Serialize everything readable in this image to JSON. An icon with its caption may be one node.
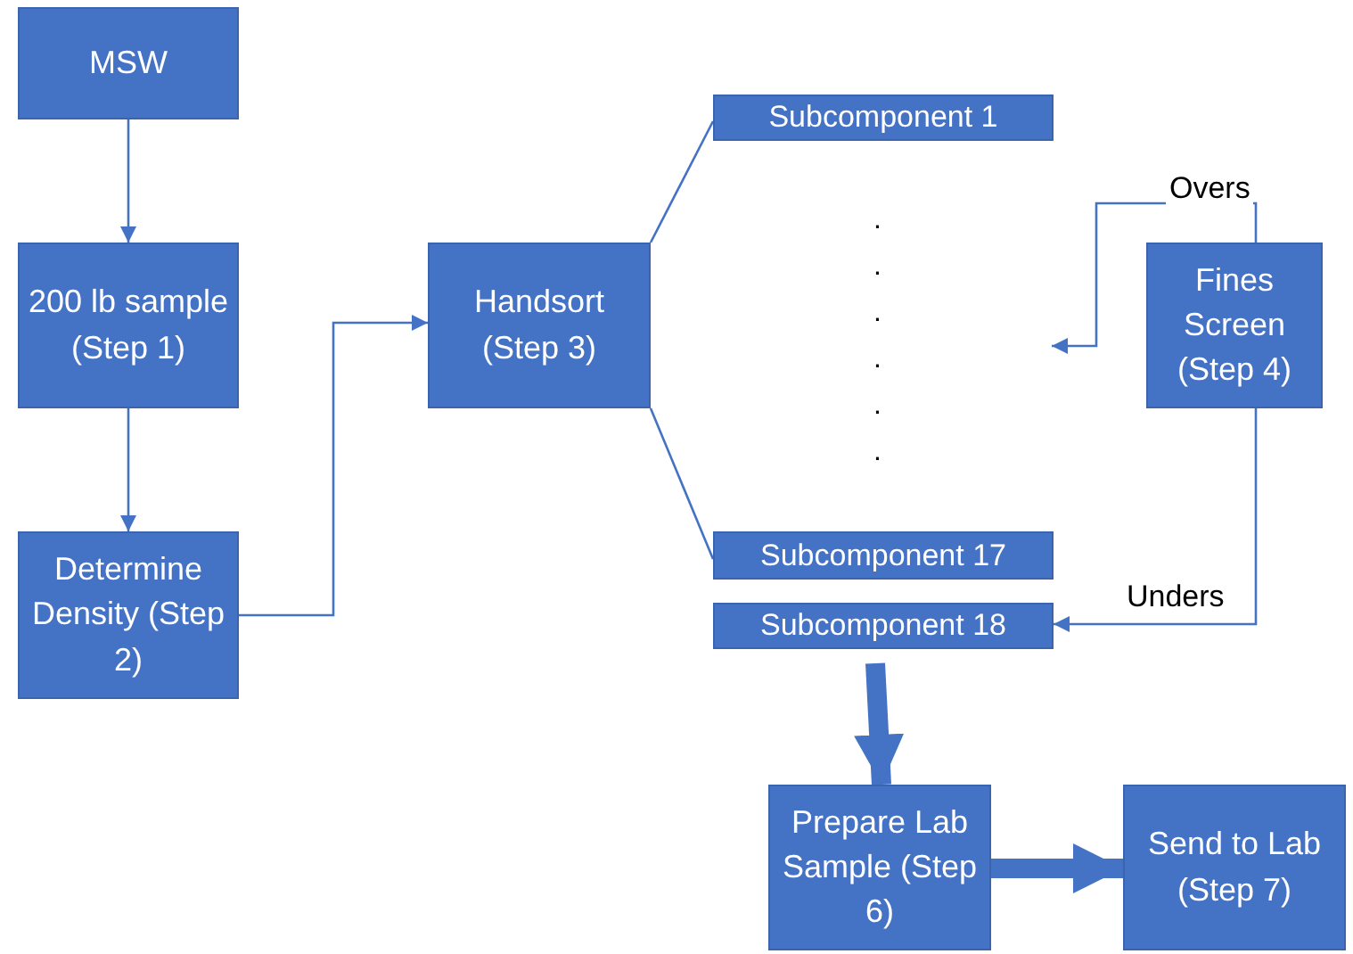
{
  "diagram": {
    "nodes": [
      {
        "text": [
          "MSW"
        ]
      },
      {
        "text": [
          "200 lb sample (Step 1)"
        ]
      },
      {
        "text": [
          "Determine Density (Step 2)"
        ]
      },
      {
        "text": [
          "Handsort (Step 3)"
        ]
      },
      {
        "text": [
          "Subcomponent 1"
        ]
      },
      {
        "text": [
          "Subcomponent 17"
        ]
      },
      {
        "text": [
          "Subcomponent 18"
        ]
      },
      {
        "text": [
          "Fines Screen (Step 4)"
        ]
      },
      {
        "text": [
          "Prepare Lab Sample (Step 6)"
        ]
      },
      {
        "text": [
          "Send to Lab (Step 7)"
        ]
      }
    ],
    "edges": [
      {
        "from": 0,
        "to": 1,
        "arrow": "to"
      },
      {
        "from": 1,
        "to": 2,
        "arrow": "to"
      },
      {
        "from": 2,
        "to": 3,
        "arrow": "to"
      },
      {
        "from": 3,
        "to": 4,
        "arrow": "none"
      },
      {
        "from": 3,
        "to": 5,
        "arrow": "none"
      },
      {
        "from": 7,
        "to": null,
        "arrow": "to",
        "label": "Overs"
      },
      {
        "from": 7,
        "to": 6,
        "arrow": "to",
        "label": "Unders"
      },
      {
        "from": 6,
        "to": 8,
        "arrow": "to",
        "style": "thick"
      },
      {
        "from": 8,
        "to": 9,
        "arrow": "to",
        "style": "thick"
      }
    ],
    "labels": [
      ".",
      ".",
      ".",
      ".",
      ".",
      "."
    ]
  }
}
